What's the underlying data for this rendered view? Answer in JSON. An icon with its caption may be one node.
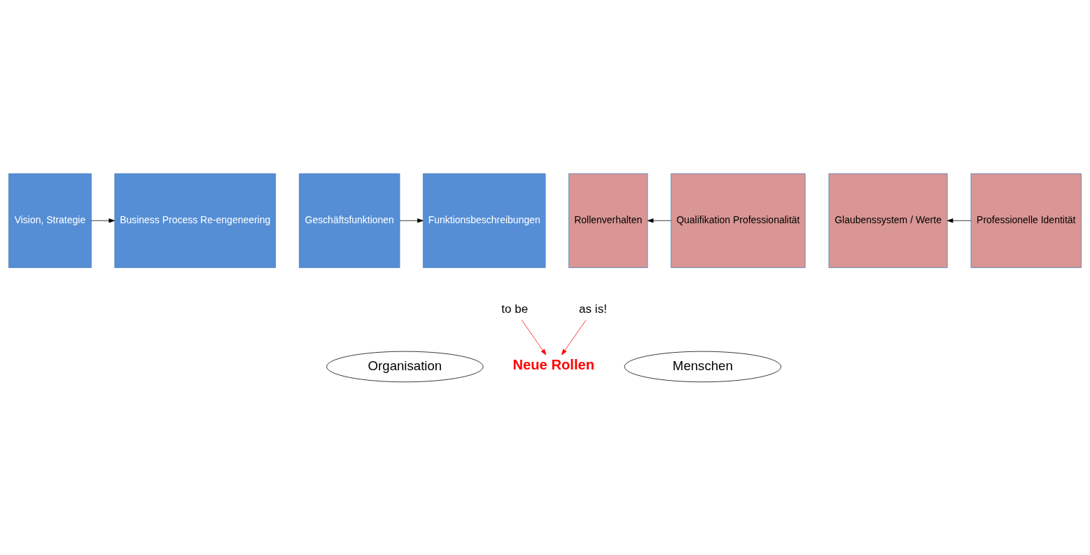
{
  "diagram": {
    "nodes": [
      {
        "text": [
          "Vision, Strategie"
        ]
      },
      {
        "text": [
          "Business Process Re-engeneering"
        ]
      },
      {
        "text": [
          "Geschäftsfunktionen"
        ]
      },
      {
        "text": [
          "Funktionsbeschreibungen"
        ]
      },
      {
        "text": [
          "Rollenverhalten"
        ]
      },
      {
        "text": [
          "Qualifikation Professionalität"
        ]
      },
      {
        "text": [
          "Glaubenssystem / Werte"
        ]
      },
      {
        "text": [
          "Professionelle Identität"
        ]
      },
      {
        "text": [
          "to be"
        ]
      },
      {
        "text": [
          "as is!"
        ]
      },
      {
        "text": [
          "Organisation"
        ]
      },
      {
        "text": [
          "Neue Rollen"
        ]
      },
      {
        "text": [
          "Menschen"
        ]
      }
    ],
    "edges": [
      {
        "from": 0,
        "to": 1,
        "arrow": "to"
      },
      {
        "from": 2,
        "to": 3,
        "arrow": "to"
      },
      {
        "from": 5,
        "to": 4,
        "arrow": "to"
      },
      {
        "from": 7,
        "to": 6,
        "arrow": "to"
      },
      {
        "from": 8,
        "to": 11,
        "arrow": "to",
        "color": "#ff0000"
      },
      {
        "from": 9,
        "to": 11,
        "arrow": "to",
        "color": "#ff0000"
      }
    ]
  }
}
